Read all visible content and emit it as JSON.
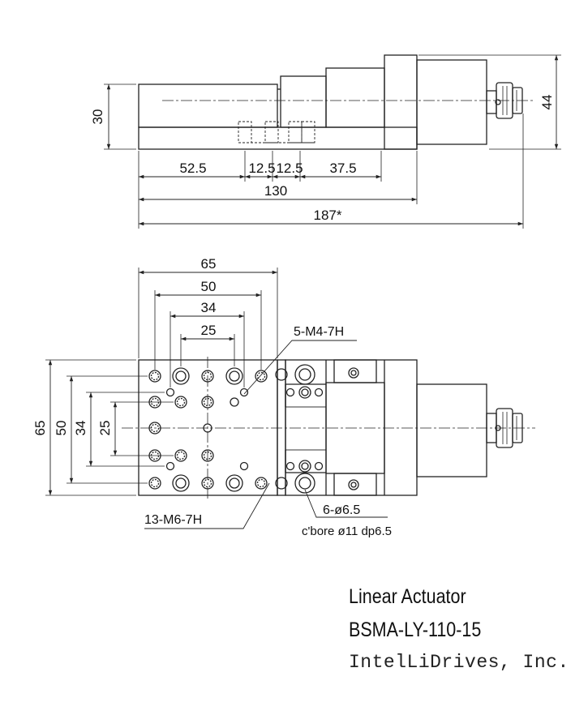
{
  "side_view": {
    "dims": {
      "height_body": "30",
      "height_total": "44",
      "d_52_5": "52.5",
      "d_12_5_a": "12.5",
      "d_12_5_b": "12.5",
      "d_37_5": "37.5",
      "d_130": "130",
      "d_187": "187*"
    }
  },
  "top_view": {
    "dims": {
      "w65": "65",
      "w50": "50",
      "w34": "34",
      "w25": "25",
      "h65": "65",
      "h50": "50",
      "h34": "34",
      "h25": "25"
    },
    "callouts": {
      "tapped_m4": "5-M4-7H",
      "tapped_m6": "13-M6-7H",
      "bore": "6-ø6.5",
      "cbore": "c'bore ø11 dp6.5"
    }
  },
  "title_block": {
    "product": "Linear Actuator",
    "model": "BSMA-LY-110-15",
    "company": "IntelLiDrives, Inc."
  }
}
